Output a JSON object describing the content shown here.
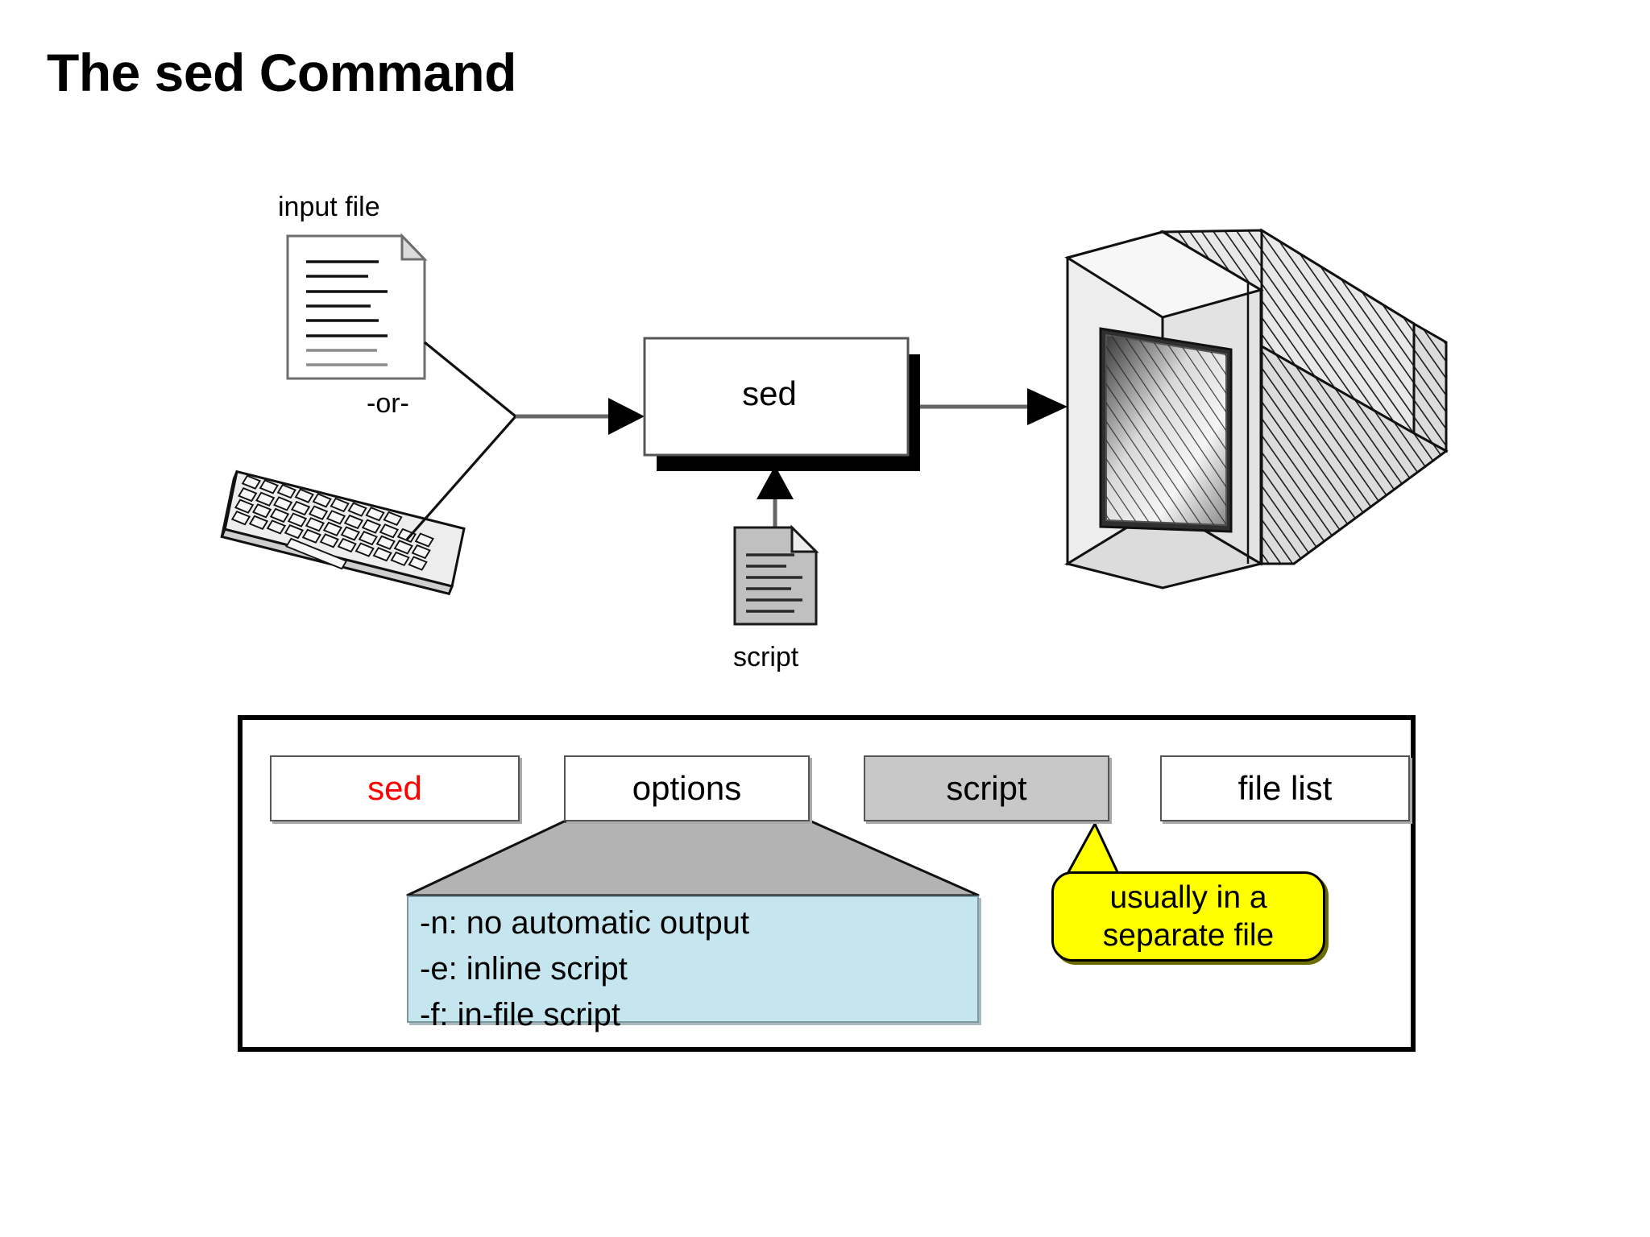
{
  "slide": {
    "title": "The sed Command",
    "background": "#ffffff"
  },
  "diagram": {
    "input_file_label": "input file",
    "or_label": "-or-",
    "process_box_label": "sed",
    "script_label": "script",
    "icons": {
      "input_file": "document-icon",
      "keyboard": "keyboard-icon",
      "script_file": "document-icon",
      "output": "crt-monitor-icon"
    },
    "arrows": [
      "input-to-sed-arrow",
      "script-to-sed-arrow",
      "sed-to-monitor-arrow"
    ]
  },
  "syntax": {
    "boxes": [
      {
        "label": "sed",
        "fill": "#ffffff",
        "text_color": "#ff0000"
      },
      {
        "label": "options",
        "fill": "#ffffff",
        "text_color": "#000000"
      },
      {
        "label": "script",
        "fill": "#c8c8c8",
        "text_color": "#000000"
      },
      {
        "label": "file list",
        "fill": "#ffffff",
        "text_color": "#000000"
      }
    ],
    "options_detail": {
      "fill": "#c6e6ef",
      "lines": [
        "-n: no automatic output",
        "-e: inline script",
        "-f: in-file script"
      ]
    },
    "callout": {
      "fill": "#ffff00",
      "lines": [
        "usually in a",
        "separate file"
      ],
      "points_to": "script"
    }
  },
  "colors": {
    "accent_red": "#ff0000",
    "callout_yellow": "#ffff00",
    "options_blue": "#c6e6ef",
    "script_gray": "#c8c8c8",
    "funnel_gray": "#b3b3b3"
  }
}
